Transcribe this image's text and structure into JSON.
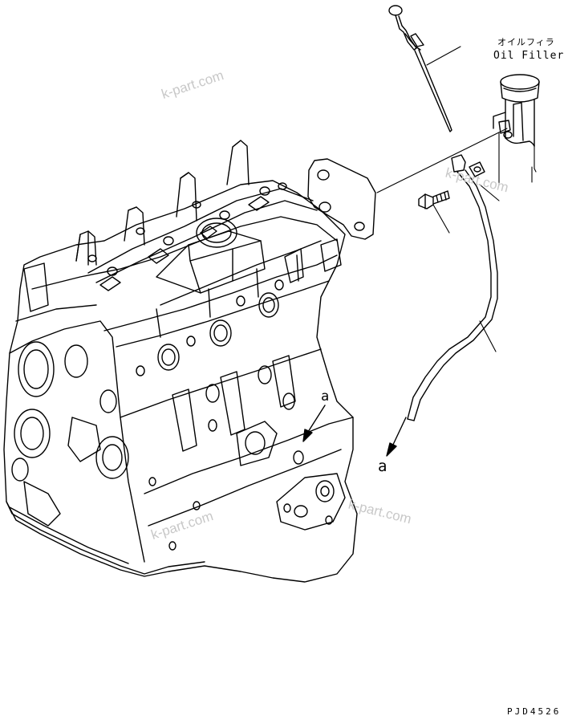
{
  "labels": {
    "filler_jp": "オイルフィラ",
    "filler_en": "Oil Filler",
    "ref_a_upper": "a",
    "ref_a_lower": "a",
    "drawing_code": "PJD4526"
  },
  "watermarks": [
    "k-part.com",
    "k-part.com",
    "k-part.com",
    "k-part.com"
  ],
  "colors": {
    "line": "#000000",
    "watermark": "#c8c8c8",
    "background": "#ffffff"
  }
}
